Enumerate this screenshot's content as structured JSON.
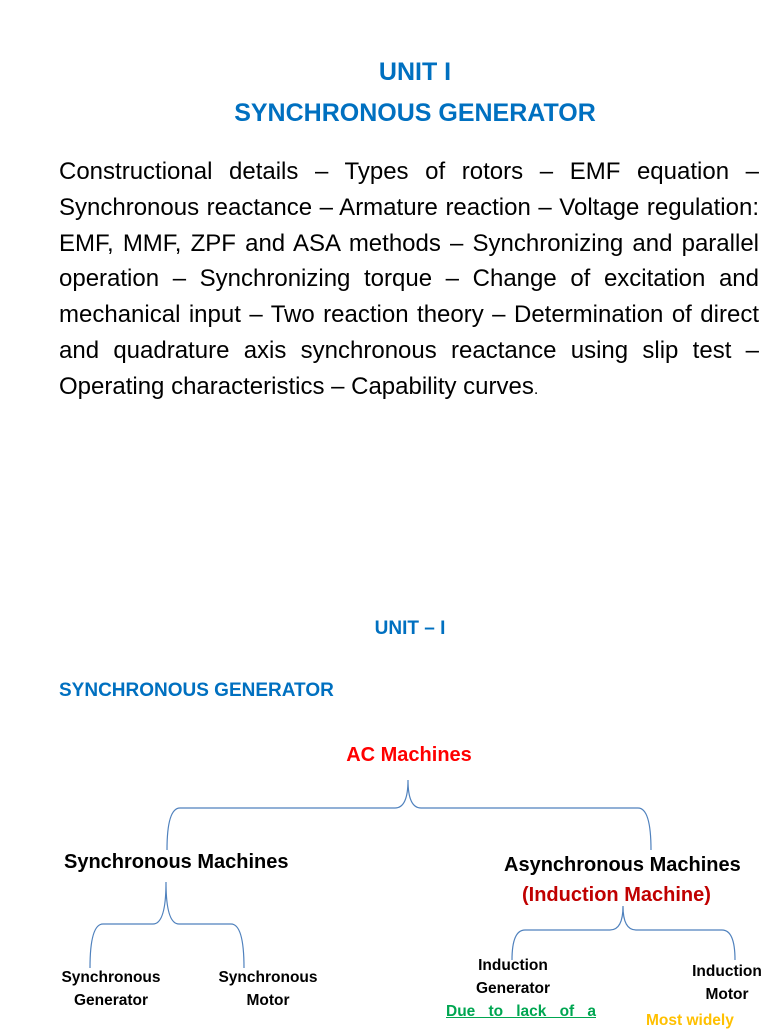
{
  "slide1": {
    "title_line1": "UNIT I",
    "title_line2": "SYNCHRONOUS GENERATOR",
    "syllabus": "Constructional details – Types of rotors – EMF equation – Synchronous reactance – Armature reaction – Voltage regulation: EMF, MMF, ZPF and ASA methods – Synchronizing and parallel operation – Synchronizing torque – Change of excitation and mechanical input – Two reaction theory – Determination of direct and quadrature axis synchronous reactance using slip test – Operating characteristics – Capability curves",
    "syllabus_end": "."
  },
  "slide2": {
    "unit_heading": "UNIT – I",
    "topic_heading": "SYNCHRONOUS GENERATOR",
    "root": "AC Machines",
    "left_branch": "Synchronous Machines",
    "right_branch": "Asynchronous Machines",
    "right_branch_sub": "(Induction Machine)",
    "leaves": {
      "sync_gen_line1": "Synchronous",
      "sync_gen_line2": "Generator",
      "sync_motor_line1": "Synchronous",
      "sync_motor_line2": "Motor",
      "ind_gen_line1": "Induction",
      "ind_gen_line2": "Generator",
      "ind_motor_line1": "Induction",
      "ind_motor_line2": "Motor"
    },
    "note_ind_gen": "Due to lack of a",
    "note_ind_motor": "Most widely"
  },
  "colors": {
    "heading_blue": "#0070c0",
    "root_red": "#ff0000",
    "induction_red": "#c00000",
    "note_green": "#00a651",
    "note_orange": "#ffc000",
    "brace_blue": "#4f81bd"
  }
}
